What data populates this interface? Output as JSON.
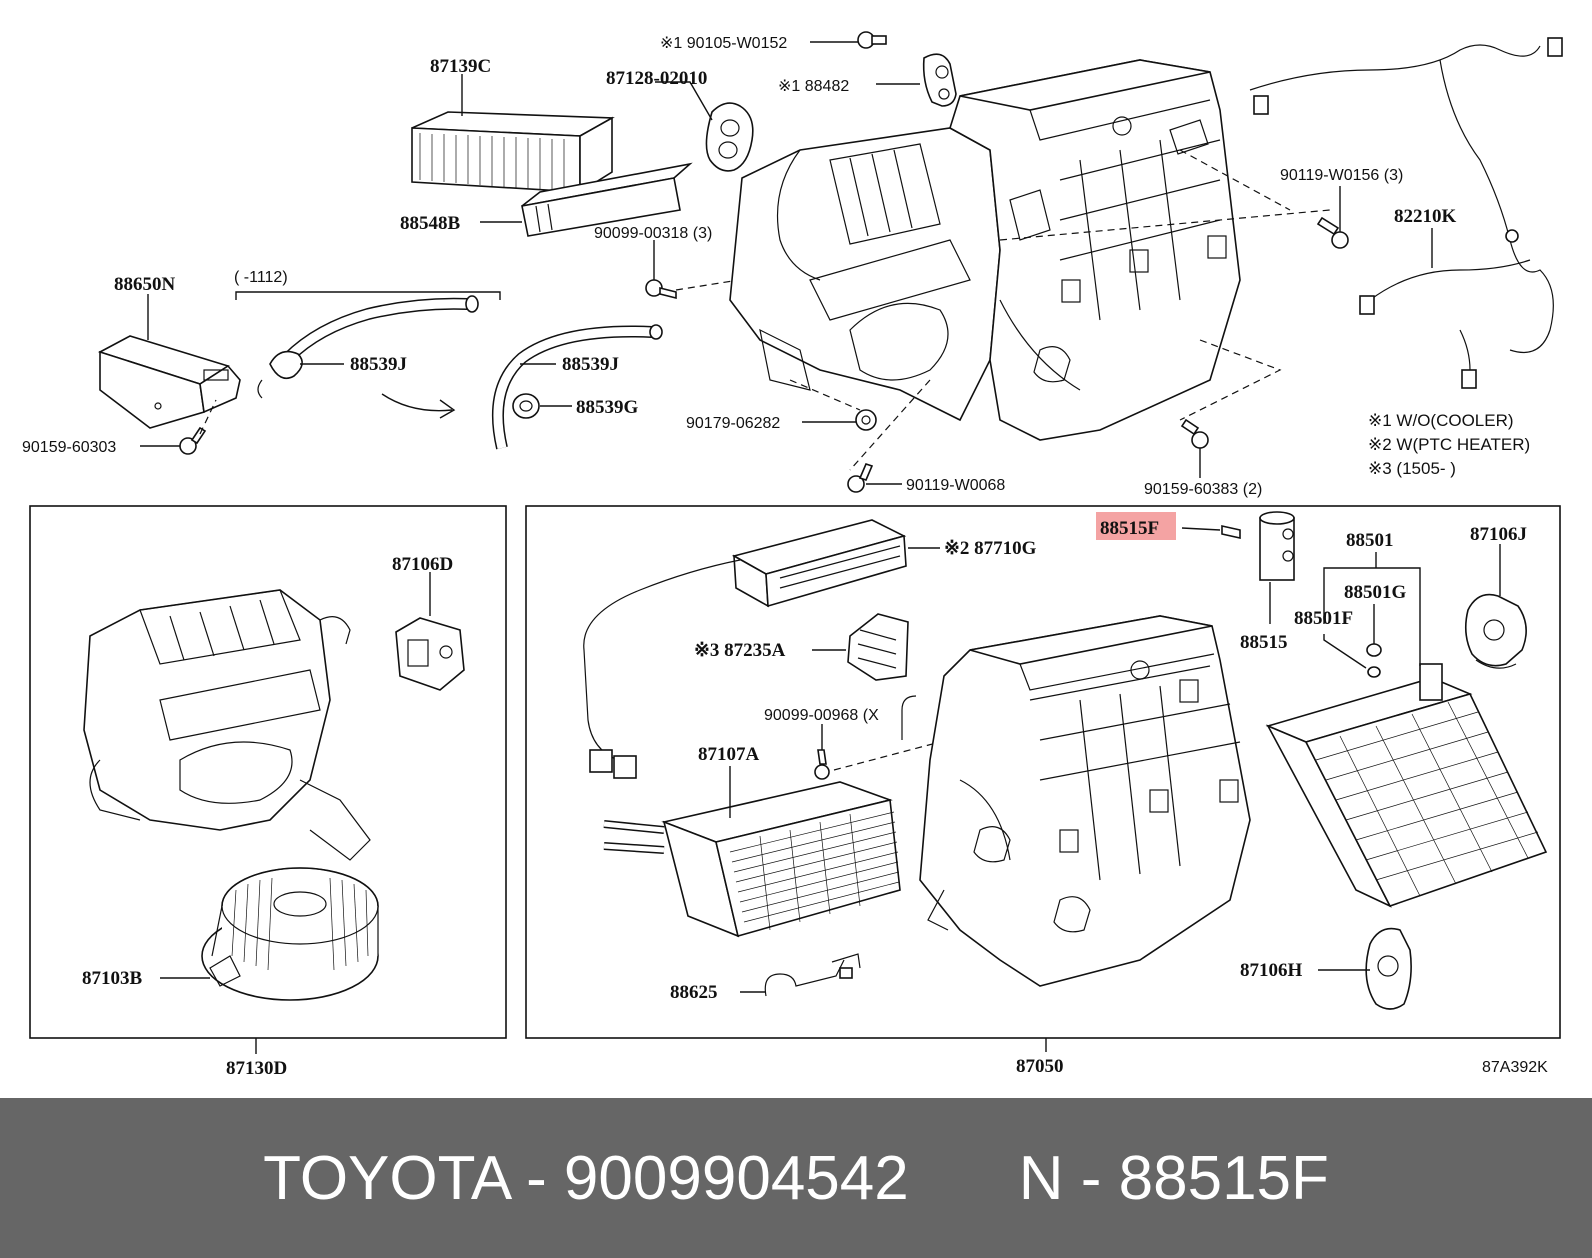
{
  "colors": {
    "highlight": "#f4a3a3",
    "footer_bg": "#666666",
    "footer_text": "#ffffff",
    "line": "#111111"
  },
  "labels": {
    "p87139c": "87139C",
    "p87128_02010": "87128-02010",
    "p90105_w0152": "※1 90105-W0152",
    "p88482": "※1 88482",
    "p88548b": "88548B",
    "p90099_00318": "90099-00318 (3)",
    "p88650n": "88650N",
    "range_1112": "(      -1112)",
    "p88539j_a": "88539J",
    "p88539j_b": "88539J",
    "p88539g": "88539G",
    "p90159_60303": "90159-60303",
    "p90179_06282": "90179-06282",
    "p90119_w0068": "90119-W0068",
    "p90119_w0156": "90119-W0156 (3)",
    "p82210k": "82210K",
    "p90159_60383": "90159-60383 (2)",
    "note1": "※1 W/O(COOLER)",
    "note2": "※2 W(PTC HEATER)",
    "note3": "※3 (1505-       )",
    "p87106d": "87106D",
    "p87103b": "87103B",
    "p87130d": "87130D",
    "p88515f": "88515F",
    "p87710g": "※2 87710G",
    "p87235a": "※3 87235A",
    "p90099_00968": "90099-00968 (X",
    "p87107a": "87107A",
    "p88625": "88625",
    "p88515": "88515",
    "p88501": "88501",
    "p88501g": "88501G",
    "p88501f": "88501F",
    "p87106j": "87106J",
    "p87106h": "87106H",
    "p87050": "87050",
    "diagram_code": "87A392K"
  },
  "footer": {
    "left": "TOYOTA - 9009904542",
    "right": "N - 88515F"
  }
}
